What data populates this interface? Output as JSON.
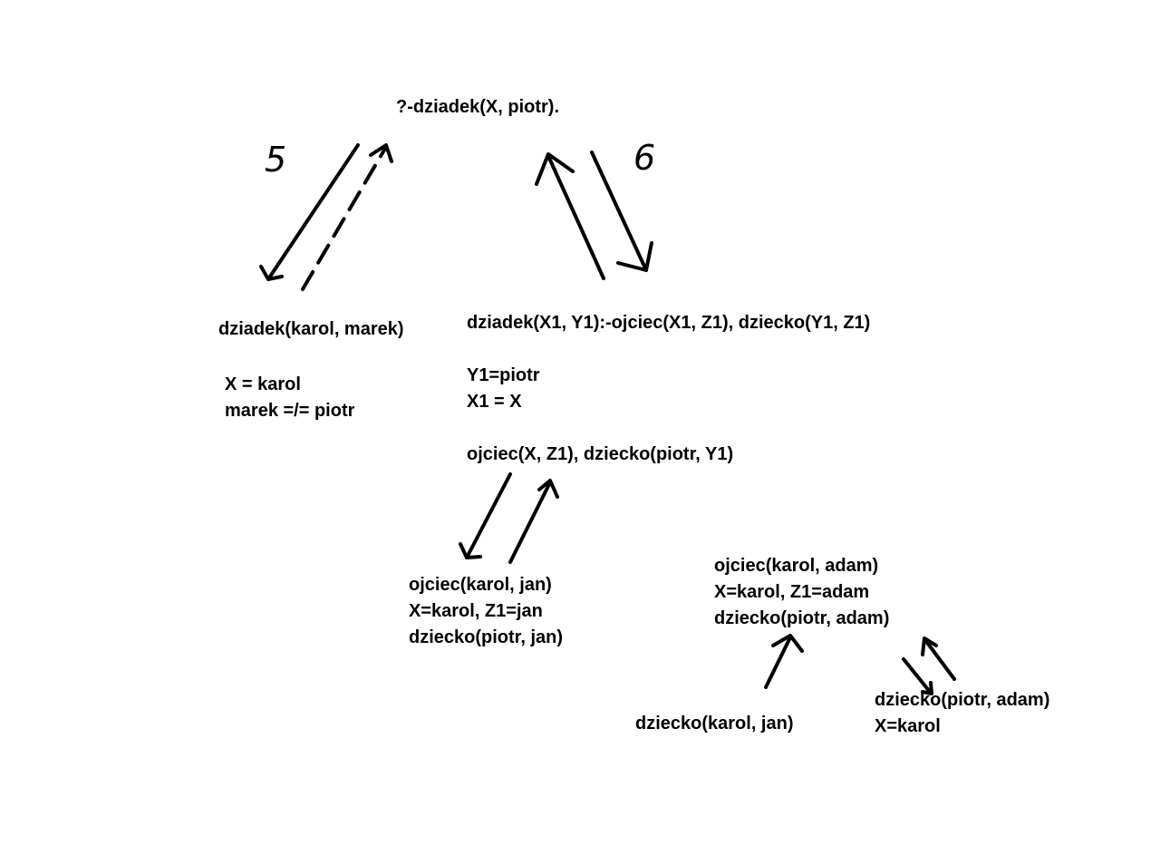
{
  "query": "?-dziadek(X, piotr).",
  "left_branch": {
    "step_number": "5",
    "fact": "dziadek(karol, marek)",
    "binding_1": "X = karol",
    "binding_2": "marek =/= piotr"
  },
  "right_branch": {
    "step_number": "6",
    "rule": "dziadek(X1, Y1):-ojciec(X1, Z1), dziecko(Y1, Z1)",
    "binding_1": "Y1=piotr",
    "binding_2": "X1 = X",
    "goal": "ojciec(X, Z1), dziecko(piotr, Y1)"
  },
  "node_jan": {
    "line_1": "ojciec(karol, jan)",
    "line_2": "X=karol, Z1=jan",
    "line_3": "dziecko(piotr, jan)"
  },
  "node_adam": {
    "line_1": "ojciec(karol, adam)",
    "line_2": "X=karol, Z1=adam",
    "line_3": "dziecko(piotr, adam)"
  },
  "leaf_karol_jan": "dziecko(karol, jan)",
  "leaf_piotr_adam": {
    "line_1": "dziecko(piotr, adam)",
    "line_2": "X=karol"
  },
  "colors": {
    "ink": "#000000",
    "background": "#ffffff"
  }
}
